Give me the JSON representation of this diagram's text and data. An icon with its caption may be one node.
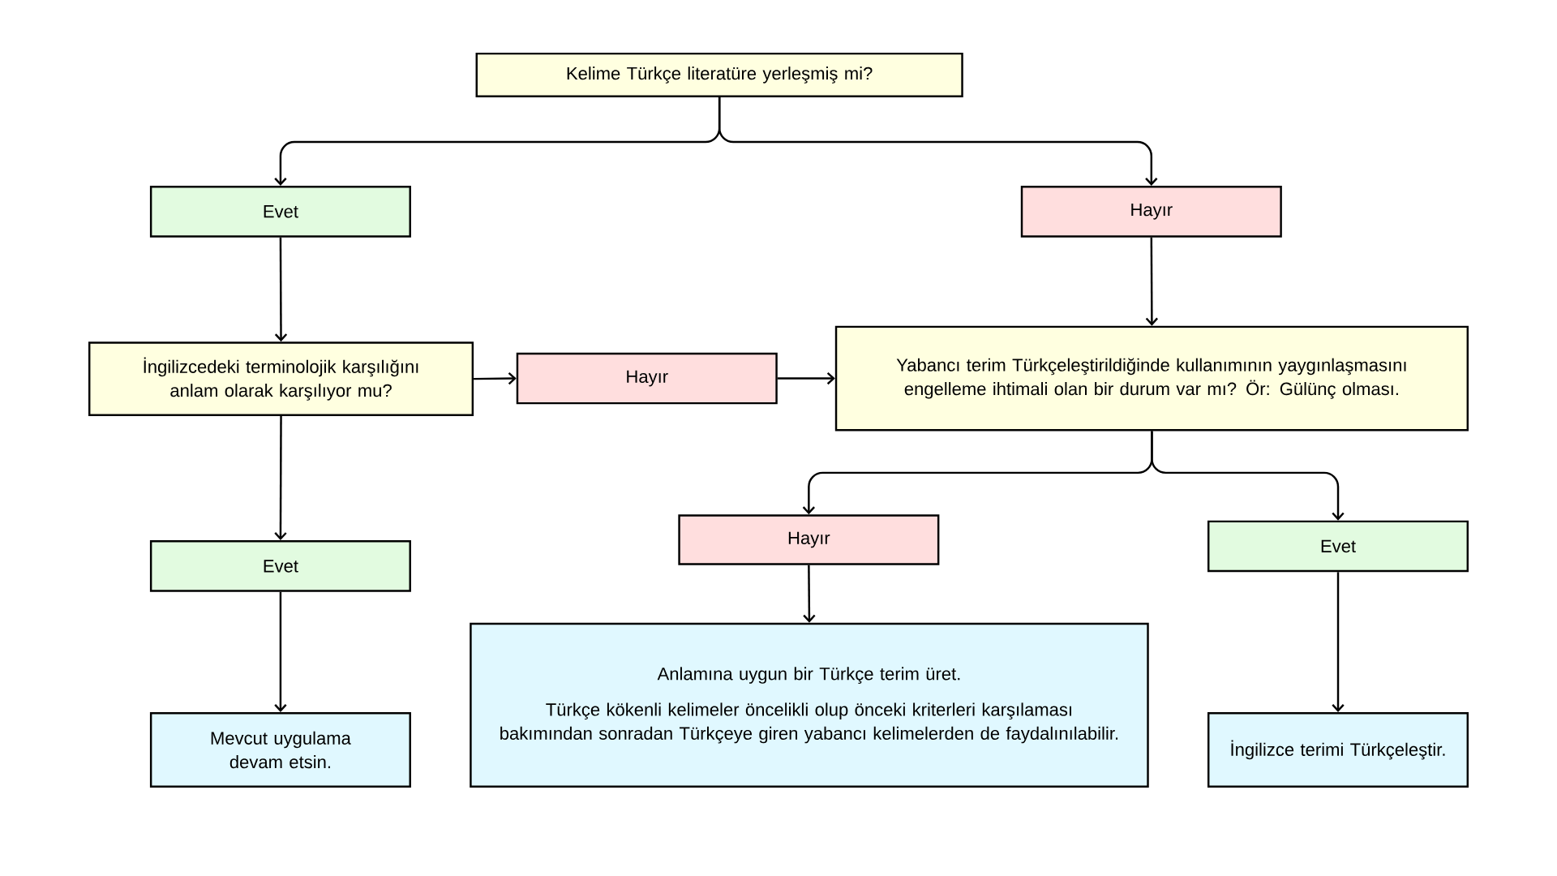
{
  "diagram": {
    "nodes": [
      {
        "text": [
          "Kelime Türkçe literatüre yerleşmiş mi?"
        ]
      },
      {
        "text": [
          "Evet"
        ]
      },
      {
        "text": [
          "Hayır"
        ]
      },
      {
        "text": [
          "İngilizcedeki terminolojik karşılığını anlam olarak karşılıyor mu?"
        ]
      },
      {
        "text": [
          "Hayır"
        ]
      },
      {
        "text": [
          "Yabancı terim Türkçeleştirildiğinde kullanımının yaygınlaşmasını engelleme ihtimali olan bir durum var mı? Ör: Gülünç olması."
        ]
      },
      {
        "text": [
          "Evet"
        ]
      },
      {
        "text": [
          "Hayır"
        ]
      },
      {
        "text": [
          "Evet"
        ]
      },
      {
        "text": [
          "Mevcut uygulama devam etsin."
        ]
      },
      {
        "text": [
          "Anlamına uygun bir Türkçe terim üret.",
          "Türkçe kökenli kelimeler öncelikli olup önceki kriterleri karşılaması bakımından sonradan Türkçeye giren yabancı kelimelerden de faydalınılabilir."
        ]
      },
      {
        "text": [
          "İngilizce terimi Türkçeleştir."
        ]
      }
    ],
    "edges": [
      {
        "from": 0,
        "to": 1,
        "arrow": "to"
      },
      {
        "from": 0,
        "to": 2,
        "arrow": "to"
      },
      {
        "from": 1,
        "to": 3,
        "arrow": "to"
      },
      {
        "from": 2,
        "to": 5,
        "arrow": "to"
      },
      {
        "from": 3,
        "to": 4,
        "arrow": "to"
      },
      {
        "from": 4,
        "to": 5,
        "arrow": "to"
      },
      {
        "from": 3,
        "to": 6,
        "arrow": "to"
      },
      {
        "from": 5,
        "to": 7,
        "arrow": "to"
      },
      {
        "from": 5,
        "to": 8,
        "arrow": "to"
      },
      {
        "from": 6,
        "to": 9,
        "arrow": "to"
      },
      {
        "from": 7,
        "to": 10,
        "arrow": "to"
      },
      {
        "from": 8,
        "to": 11,
        "arrow": "to"
      }
    ]
  }
}
